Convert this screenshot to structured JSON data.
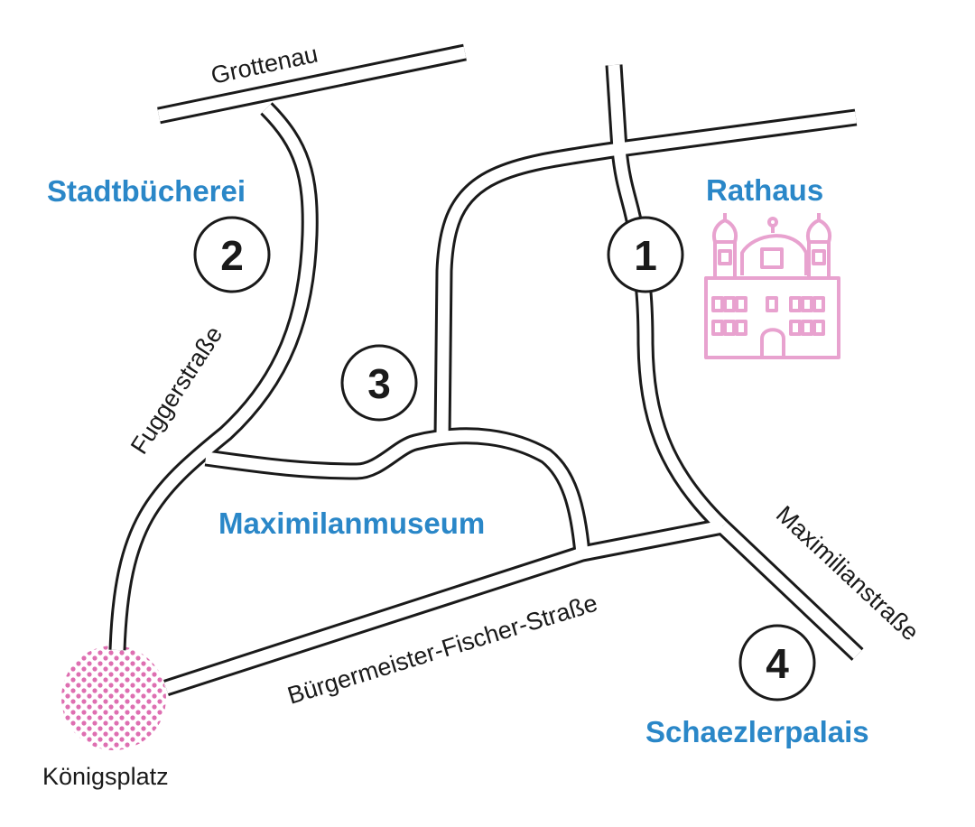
{
  "colors": {
    "place_label": "#2a87c8",
    "road_outline": "#1a1a1a",
    "road_fill": "#ffffff",
    "landmark_pink": "#e8a2cf",
    "dot_pink": "#de6fb1"
  },
  "streets": {
    "grottenau": "Grottenau",
    "fuggerstrasse": "Fuggerstraße",
    "maximilianstrasse": "Maximilianstraße",
    "buergermeister": "Bürgermeister-Fischer-Straße"
  },
  "places": {
    "stadtbuecherei": "Stadtbücherei",
    "rathaus": "Rathaus",
    "maximilianmuseum": "Maximilanmuseum",
    "schaezlerpalais": "Schaezlerpalais",
    "koenigsplatz": "Königsplatz"
  },
  "markers": {
    "m1": "1",
    "m2": "2",
    "m3": "3",
    "m4": "4"
  },
  "icons": {
    "rathaus": "town-hall-icon",
    "koenigsplatz": "dotted-circle-icon"
  }
}
